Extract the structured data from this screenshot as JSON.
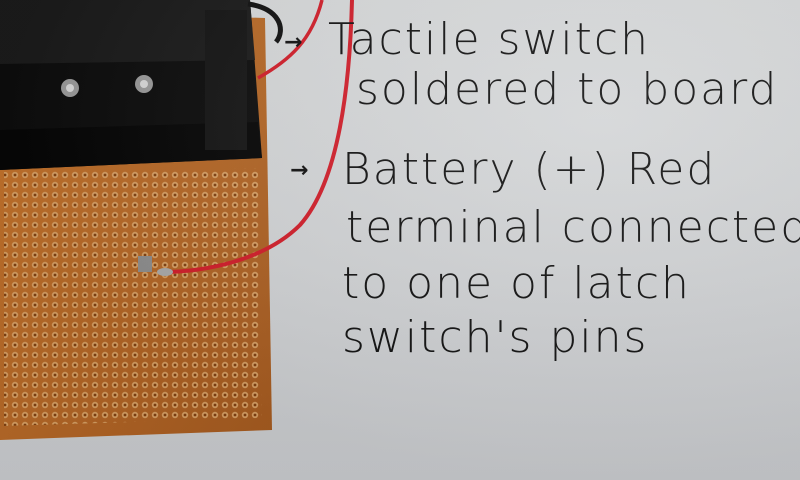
{
  "notes": {
    "tactile_line1": "Tactile switch",
    "tactile_line2": "soldered to board",
    "battery_line1": "Battery (+) Red",
    "battery_line2": "terminal connected",
    "battery_line3": "to one of latch",
    "battery_line4": "switch's pins"
  },
  "icons": {
    "arrow_glyph": "→"
  },
  "colors": {
    "paper": "#d4d6d8",
    "perfboard": "#b86a2a",
    "battery_holder": "#0e0e0e",
    "red_wire": "#d01e2a"
  }
}
